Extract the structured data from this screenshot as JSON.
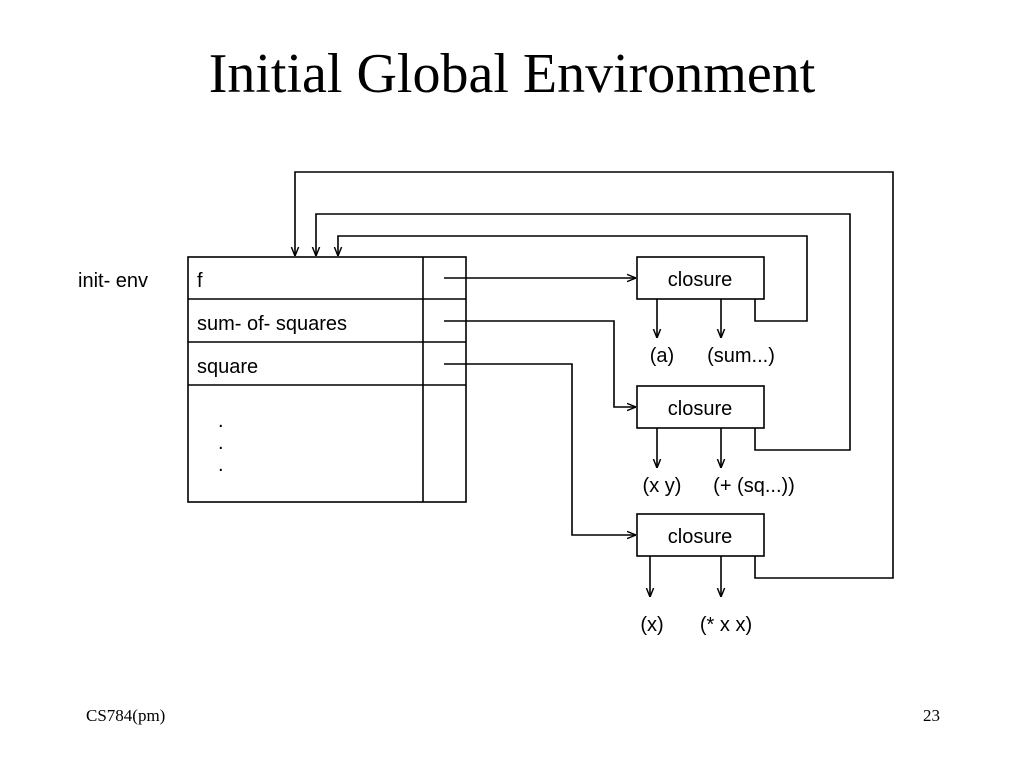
{
  "slide": {
    "title": "Initial Global Environment",
    "footer_left": "CS784(pm)",
    "page_number": "23"
  },
  "diagram": {
    "env_label": "init- env",
    "frame_rows": [
      "f",
      "sum- of- squares",
      "square"
    ],
    "frame_ellipsis": [
      ".",
      ".",
      "."
    ],
    "closures": [
      {
        "label": "closure",
        "params": "(a)",
        "body": "(sum...)"
      },
      {
        "label": "closure",
        "params": "(x y)",
        "body": "(+ (sq...))"
      },
      {
        "label": "closure",
        "params": "(x)",
        "body": "(* x x)"
      }
    ]
  }
}
